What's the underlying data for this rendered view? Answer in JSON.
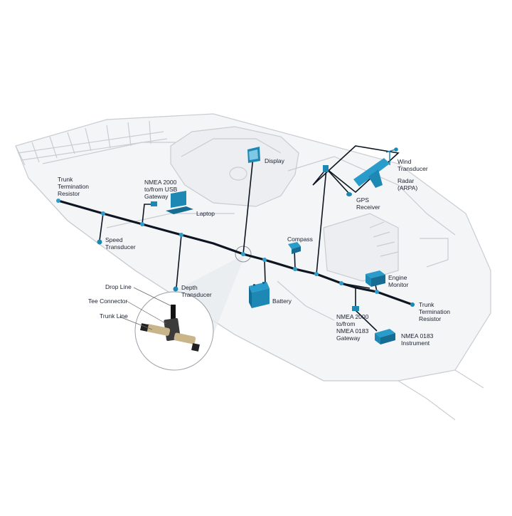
{
  "labels": {
    "trunk_termination_left": "Trunk\nTermination\nResistor",
    "usb_gateway": "NMEA 2000\nto/from USB\nGateway",
    "laptop": "Laptop",
    "display": "Display",
    "wind_transducer": "Wind\nTransducer",
    "radar": "Radar\n(ARPA)",
    "gps_receiver": "GPS\nReceiver",
    "speed_transducer": "Speed\nTransducer",
    "compass": "Compass",
    "engine_monitor": "Engine\nMonitor",
    "drop_line": "Drop Line",
    "tee_connector": "Tee Connector",
    "trunk_line": "Trunk Line",
    "depth_transducer": "Depth\nTransducer",
    "battery": "Battery",
    "trunk_termination_right": "Trunk\nTermination\nResistor",
    "nmea0183_gateway": "NMEA 2000\nto/from\nNMEA 0183\nGateway",
    "nmea0183_instrument": "NMEA 0183\nInstrument"
  },
  "colors": {
    "hull_outline": "#c9ccd1",
    "hull_fill": "#f3f4f6",
    "trunk": "#0d1620",
    "device": "#1e88b4",
    "device_dark": "#156d93",
    "node": "#2a9ccc"
  }
}
